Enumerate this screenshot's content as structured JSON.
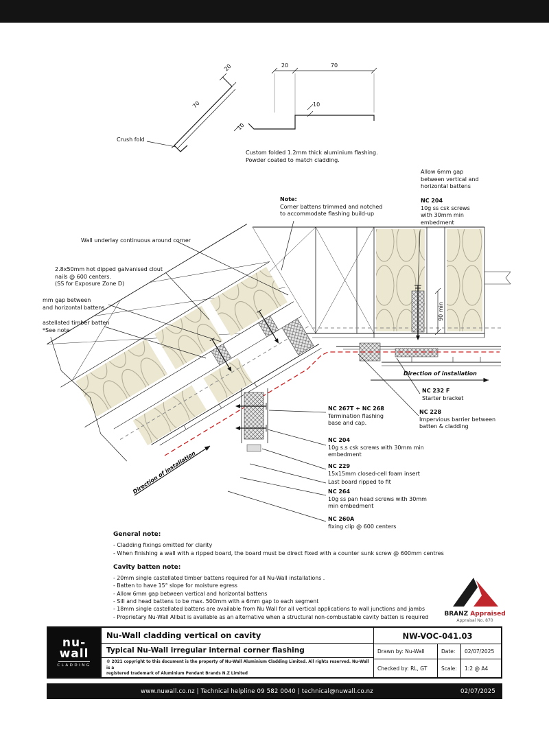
{
  "flashing_profile": {
    "crush_fold": "Crush fold",
    "caption_line1": "Custom folded 1.2mm thick aluminium flashing.",
    "caption_line2": "Powder coated to match cladding.",
    "dims": {
      "d20a": "20",
      "d70a": "70",
      "d10a": "10",
      "d20b": "20",
      "d70b": "70",
      "d10b": "10"
    }
  },
  "labels": {
    "wall_underlay": "Wall underlay continuous around corner",
    "clout_nails": [
      "2.8x50mm hot dipped galvanised clout",
      "nails @ 600 centers.",
      "(SS for Exposure Zone D)"
    ],
    "gap_left": [
      "mm gap between",
      "and horizontal battens"
    ],
    "castellated": [
      "astellated timber batten",
      "*See note"
    ],
    "corner_note_title": "Note:",
    "corner_note": [
      "Corner battens trimmed and notched",
      "to accommodate flashing build-up"
    ],
    "allow_gap": [
      "Allow 6mm gap",
      "between vertical and",
      "horizontal battens"
    ],
    "nc204_top_code": "NC 204",
    "nc204_top": [
      "10g ss csk screws",
      "with 30mm min",
      "embedment"
    ],
    "dim_90min": "90 min",
    "direction_right": "Direction of installation",
    "nc232f_code": "NC 232 F",
    "nc232f": "Starter bracket",
    "nc228_code": "NC 228",
    "nc228": [
      "Impervious barrier between",
      "batten & cladding"
    ],
    "nc267t_code": "NC 267T + NC 268",
    "nc267t": [
      "Termination flashing",
      "base and cap."
    ],
    "nc204_mid_code": "NC 204",
    "nc204_mid": [
      "10g s.s csk screws with 30mm min",
      "embedment"
    ],
    "nc229_code": "NC 229",
    "nc229": "15x15mm closed-cell foam insert",
    "last_board": "Last board ripped to fit",
    "nc264_code": "NC 264",
    "nc264": [
      "10g ss pan head screws with 30mm",
      "min embedment"
    ],
    "nc260a_code": "NC 260A",
    "nc260a": "fixing clip @ 600 centers",
    "direction_diag": "Direction of installation"
  },
  "general_note": {
    "title": "General note:",
    "items": [
      "- Cladding fixings omitted for clarity",
      "- When finishing a wall with a ripped board, the board must be direct fixed with a counter sunk screw @ 600mm centres"
    ]
  },
  "cavity_note": {
    "title": "Cavity batten note:",
    "items": [
      "- 20mm single castellated timber battens required for all Nu-Wall installations .",
      "- Batten to have 15° slope for moisture egress",
      "- Allow 6mm gap between vertical and horizontal battens",
      "- Sill and head battens to be max. 500mm with a 6mm gap to each segment",
      "- 18mm single castellated battens are available from Nu Wall for all vertical applications to wall junctions and jambs",
      "- Proprietary Nu-Wall Allbat is available as an alternative when a structural non-combustable cavity batten is required"
    ]
  },
  "branz": {
    "brand": "BRANZ",
    "appraised": "Appraised",
    "number": "Appraisal No. 870"
  },
  "title_block": {
    "logo_line1": "nu-",
    "logo_line2": "wall",
    "logo_sub": "CLADDING",
    "title1": "Nu-Wall cladding vertical on cavity",
    "title2": "Typical Nu-Wall irregular internal corner flashing",
    "drawing_number": "NW-VOC-041.03",
    "drawn_by": "Drawn by: Nu-Wall",
    "date_label": "Date:",
    "date_value": "02/07/2025",
    "checked_by": "Checked by: RL, GT",
    "scale_label": "Scale:",
    "scale_value": "1:2 @ A4",
    "copyright1": "© 2021 copyright to this document is the property of Nu-Wall Aluminium Cladding Limited. All rights reserved. Nu-Wall is a",
    "copyright2": "registered trademark of Aluminium Pendant Brands N.Z Limited"
  },
  "footer": {
    "contact": "www.nuwall.co.nz   |   Technical helpline 09 582 0040   |   technical@nuwall.co.nz",
    "date": "02/07/2025"
  }
}
